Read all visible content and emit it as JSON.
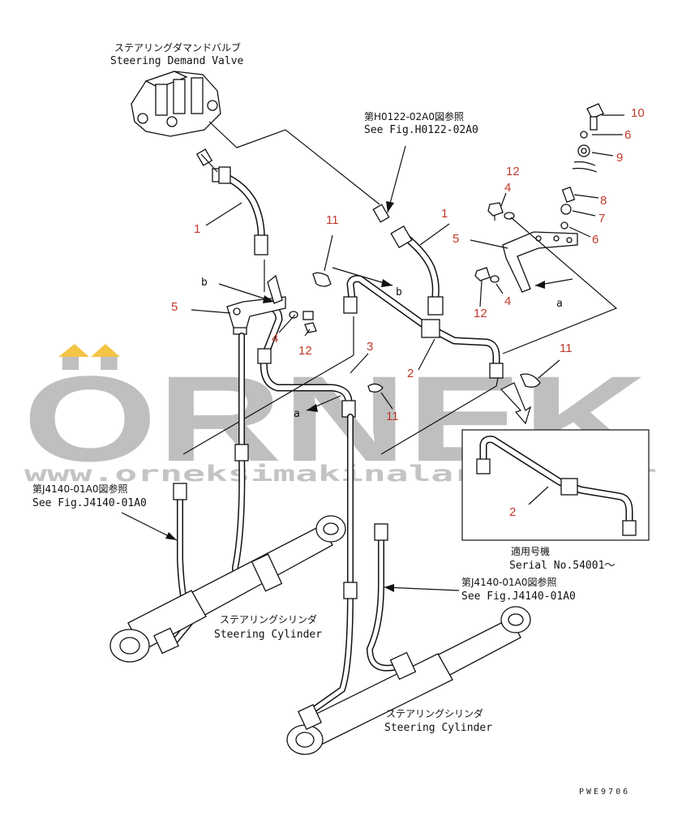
{
  "watermark": {
    "brand": "ÖRNEK",
    "url": "www.orneksimakinalari.com.tr"
  },
  "labels": {
    "valve_jp": "ステアリングダマンドバルブ",
    "valve_en": "Steering Demand Valve",
    "ref_h_jp": "第H0122-02A0図参照",
    "ref_h_en": "See Fig.H0122-02A0",
    "ref_j_left_jp": "第J4140-01A0図参照",
    "ref_j_left_en": "See Fig.J4140-01A0",
    "ref_j_right_jp": "第J4140-01A0図参照",
    "ref_j_right_en": "See Fig.J4140-01A0",
    "cyl_left_jp": "ステアリングシリンダ",
    "cyl_left_en": "Steering Cylinder",
    "cyl_right_jp": "ステアリングシリンダ",
    "cyl_right_en": "Steering Cylinder",
    "serial_jp": "適用号機",
    "serial_en": "Serial No.54001～",
    "drawing_code": "PWE9706"
  },
  "view_letters": {
    "b_left": "b",
    "b_right": "b",
    "a_right": "a",
    "a_bottom": "a"
  },
  "part_numbers": {
    "p1_left": "1",
    "p1_right": "1",
    "p2_main": "2",
    "p2_inset": "2",
    "p3": "3",
    "p4_left": "4",
    "p4_right_top": "4",
    "p4_right_bottom": "4",
    "p5_left": "5",
    "p5_right": "5",
    "p6_top": "6",
    "p6_bottom": "6",
    "p7": "7",
    "p8": "8",
    "p9": "9",
    "p10": "10",
    "p11_top": "11",
    "p11_right": "11",
    "p11_bottom": "11",
    "p12_left": "12",
    "p12_right_top": "12",
    "p12_right_bottom": "12"
  }
}
